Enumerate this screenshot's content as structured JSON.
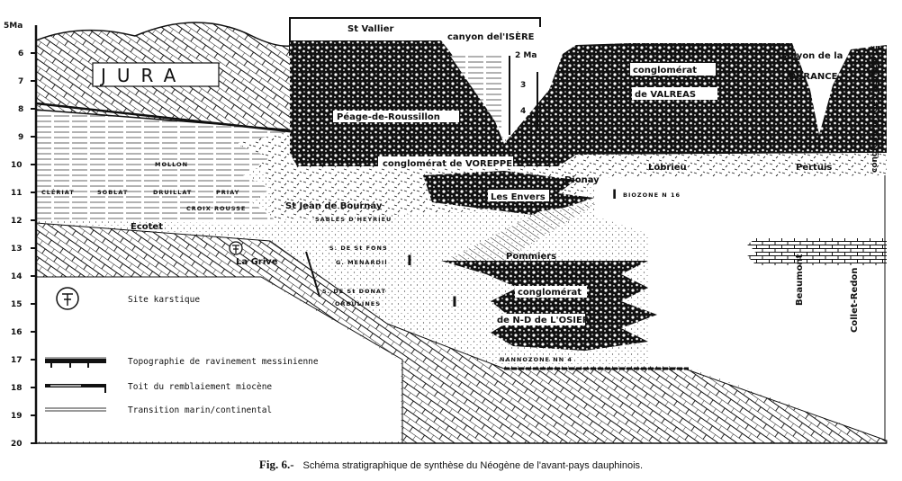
{
  "axis": {
    "unit_label": "5Ma",
    "ticks": [
      "6",
      "7",
      "8",
      "9",
      "10",
      "11",
      "12",
      "13",
      "14",
      "15",
      "16",
      "17",
      "18",
      "19",
      "20"
    ],
    "inset_ticks": [
      "2 Ma",
      "3",
      "4"
    ]
  },
  "labels": {
    "jura": "JURA",
    "st_vallier": "St Vallier",
    "peage": "Péage-de-Roussillon",
    "canyon_isere": "canyon del'ISÈRE",
    "conglomerat_valreas_1": "conglomérat",
    "conglomerat_valreas_2": "de VALREAS",
    "canyon_durance_1": "canyon de la",
    "canyon_durance_2": "DURANCE",
    "valensole": "conglomérat de VALENSOLE",
    "mollon": "MOLLON",
    "voreppe": "conglomérat de VOREPPE",
    "lobrieu": "Lobrieu",
    "pertuis": "Pertuis",
    "cleriat": "CLÉRIAT",
    "soblat": "SOBLAT",
    "druillat": "DRUILLAT",
    "priay": "PRIAY",
    "dionay": "Dionay",
    "biozone": "BIOZONE N 16",
    "croix_rousse": "CROIX ROUSSE",
    "st_jean": "St Jean de Bournay",
    "les_envers": "Les Envers",
    "sables": "SABLES D'HEYRIEU",
    "ecotet": "Ecotet",
    "s_st_fons": "S. DE St FONS",
    "menardii": "G. MENARDII",
    "la_grive": "La Grive",
    "pommiers": "Pommiers",
    "s_st_donat": "S. DE St DONAT",
    "orbulines": "ORBULINES",
    "conglomerat_osier_1": "conglomérat",
    "conglomerat_osier_2": "de N-D de L'OSIER",
    "nannozone": "NANNOZONE NN 4",
    "beaumont": "Beaumont",
    "collet_redon": "Collet-Redon"
  },
  "legend": [
    {
      "icon": "karst-site-icon",
      "text": "Site karstique"
    },
    {
      "icon": "messinian-erosion-line",
      "text": "Topographie de ravinement messinienne"
    },
    {
      "icon": "miocene-fill-top-line",
      "text": "Toit du remblaiement miocène"
    },
    {
      "icon": "marine-continental-line",
      "text": "Transition marin/continental"
    }
  ],
  "caption": {
    "fig": "Fig. 6.-",
    "text": "Schéma stratigraphique de synthèse du Néogène de l'avant-pays dauphinois."
  }
}
